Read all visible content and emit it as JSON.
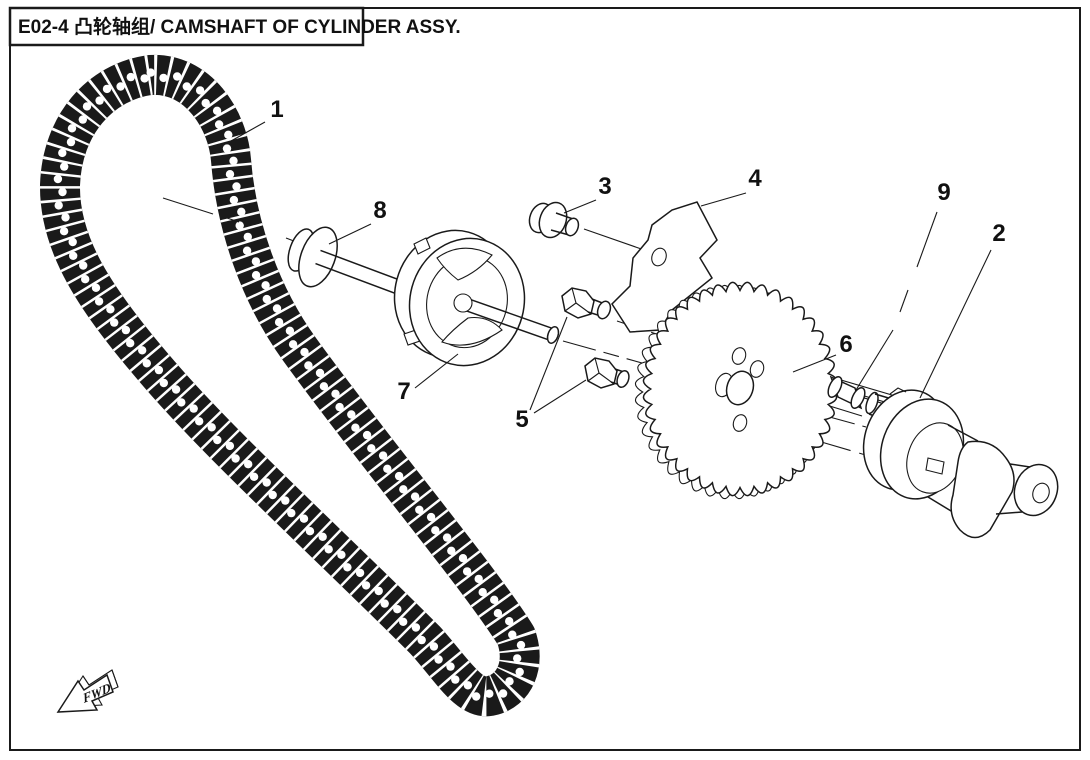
{
  "title": "E02-4 凸轮轴组/ CAMSHAFT OF CYLINDER ASSY.",
  "fwd_label": "FWD",
  "figure_type": "exploded parts diagram",
  "callouts": [
    "1",
    "2",
    "3",
    "4",
    "5",
    "6",
    "7",
    "8",
    "9"
  ],
  "colors": {
    "ink": "#1a1a1a",
    "paper": "#ffffff"
  }
}
